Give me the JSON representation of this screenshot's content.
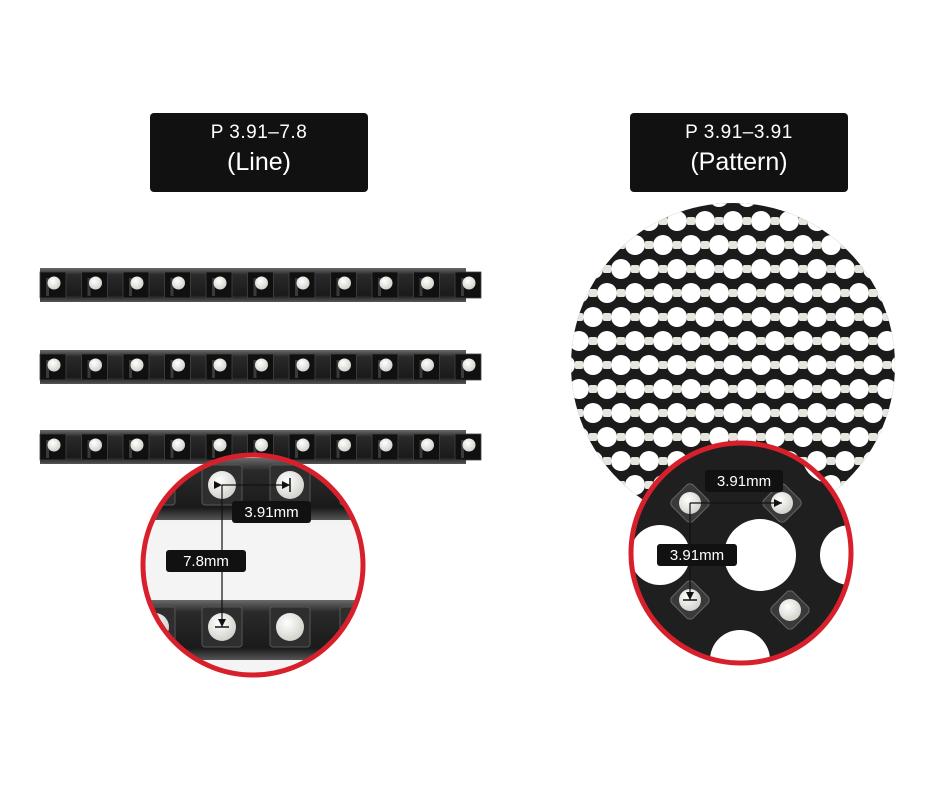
{
  "left_panel": {
    "label_line1": "P 3.91–7.8",
    "label_line2": "(Line)",
    "horizontal_pitch": "3.91mm",
    "vertical_pitch": "7.8mm"
  },
  "right_panel": {
    "label_line1": "P 3.91–3.91",
    "label_line2": "(Pattern)",
    "horizontal_pitch": "3.91mm",
    "vertical_pitch": "3.91mm"
  },
  "colors": {
    "label_bg": "#111111",
    "magnifier_ring": "#d8202c",
    "panel_dark": "#1b1b1b",
    "led": "#e6e6e0"
  }
}
